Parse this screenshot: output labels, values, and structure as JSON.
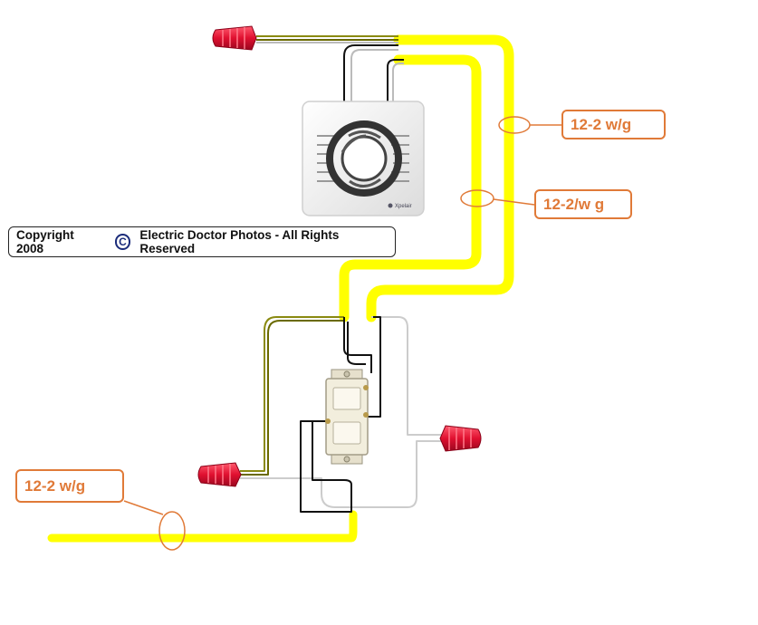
{
  "copyright": {
    "year_text": "Copyright 2008",
    "symbol": "C",
    "owner_text": "Electric Doctor Photos - All Rights Reserved"
  },
  "fan": {
    "brand": "Xpelair"
  },
  "callouts": [
    {
      "id": "top-right",
      "label": "12-2 w/g"
    },
    {
      "id": "mid-right",
      "label": "12-2/w g"
    },
    {
      "id": "left",
      "label": "12-2 w/g"
    }
  ],
  "colors": {
    "cable": "#ffff00",
    "hot_wire": "#111111",
    "neutral_wire": "#cccccc",
    "ground_wire": "#8a8a10",
    "wire_nut": "#e01030",
    "callout": "#e07a38"
  }
}
